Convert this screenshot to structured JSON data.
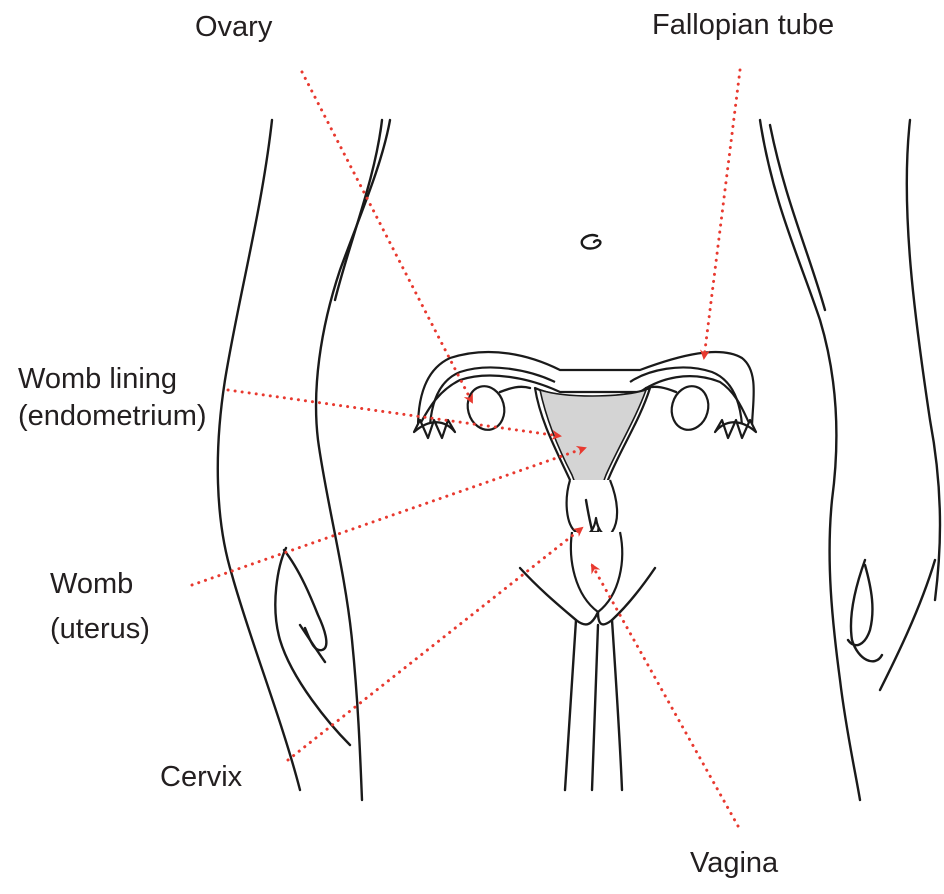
{
  "colors": {
    "leader": "#e8392f",
    "outline": "#1a1a1a",
    "lining": "#d4d4d4"
  },
  "labels": {
    "ovary": "Ovary",
    "fallopian_tube": "Fallopian tube",
    "womb_lining_1": "Womb lining",
    "womb_lining_2": "(endometrium)",
    "womb_1": "Womb",
    "womb_2": "(uterus)",
    "cervix": "Cervix",
    "vagina": "Vagina"
  }
}
